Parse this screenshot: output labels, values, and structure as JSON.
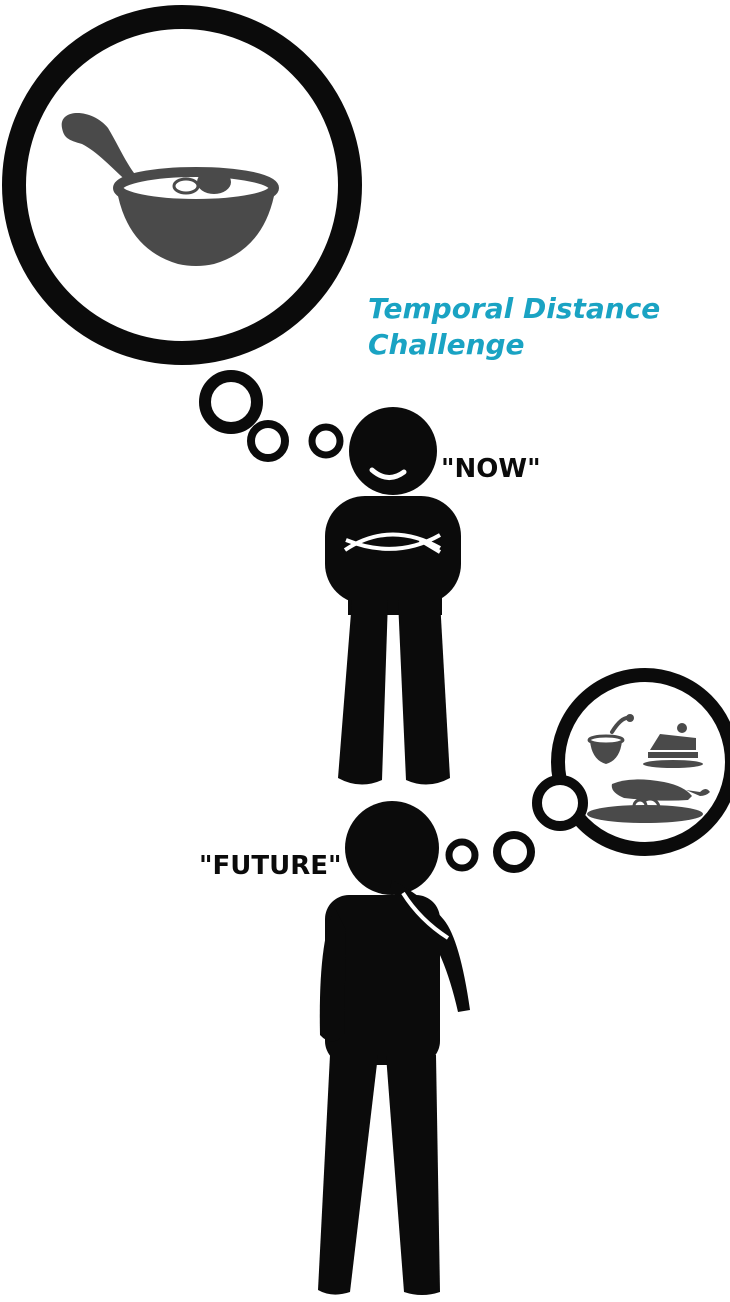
{
  "title": {
    "line1": "Temporal Distance",
    "line2": "Challenge",
    "color": "#1aa3c3"
  },
  "labels": {
    "now": "\"NOW\"",
    "future": "\"FUTURE\""
  },
  "colors": {
    "ink": "#0b0b0b",
    "food_gray": "#4a4a4a",
    "background": "#ffffff"
  },
  "icons": {
    "large_bubble": "soup-bowl-icon",
    "small_bubble": "feast-plate-icon"
  }
}
